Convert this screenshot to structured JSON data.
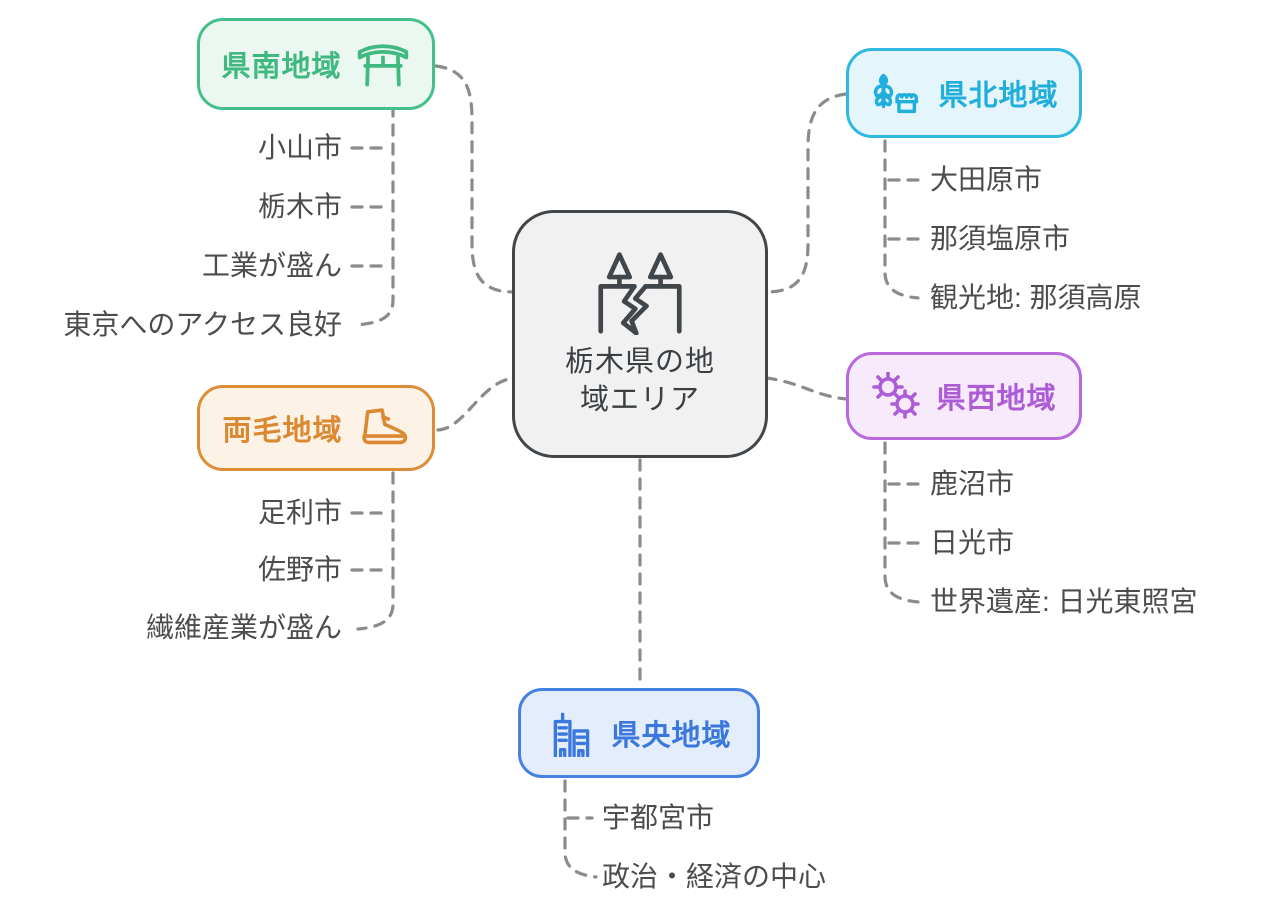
{
  "diagram_title": "栃木県の地域エリア mindmap",
  "center": {
    "title_full": "栃木県の地域エリア",
    "title_line1": "栃木県の地",
    "title_line2": "域エリア",
    "icon": "split-region-icon",
    "fill": "#f1f1f1",
    "border": "#41464b"
  },
  "branches": [
    {
      "label": "県南地域",
      "icon": "torii-gate-icon",
      "accent": "#3fb97f",
      "fill": "#eaf8f1",
      "children": [
        "小山市",
        "栃木市",
        "工業が盛ん",
        "東京へのアクセス良好"
      ]
    },
    {
      "label": "県北地域",
      "icon": "wheat-market-icon",
      "accent": "#21aedc",
      "fill": "#e4f6fb",
      "children": [
        "大田原市",
        "那須塩原市",
        "観光地: 那須高原"
      ]
    },
    {
      "label": "両毛地域",
      "icon": "boot-icon",
      "accent": "#db8830",
      "fill": "#fcf3e6",
      "children": [
        "足利市",
        "佐野市",
        "繊維産業が盛ん"
      ]
    },
    {
      "label": "県西地域",
      "icon": "sun-gear-icon",
      "accent": "#ae5bd8",
      "fill": "#f6eafb",
      "children": [
        "鹿沼市",
        "日光市",
        "世界遺産: 日光東照宮"
      ]
    },
    {
      "label": "県央地域",
      "icon": "city-buildings-icon",
      "accent": "#3a78de",
      "fill": "#e3edfb",
      "children": [
        "宇都宮市",
        "政治・経済の中心"
      ]
    }
  ],
  "connector_color": "#8b8b8b",
  "item_text_color": "#4b4c4e"
}
